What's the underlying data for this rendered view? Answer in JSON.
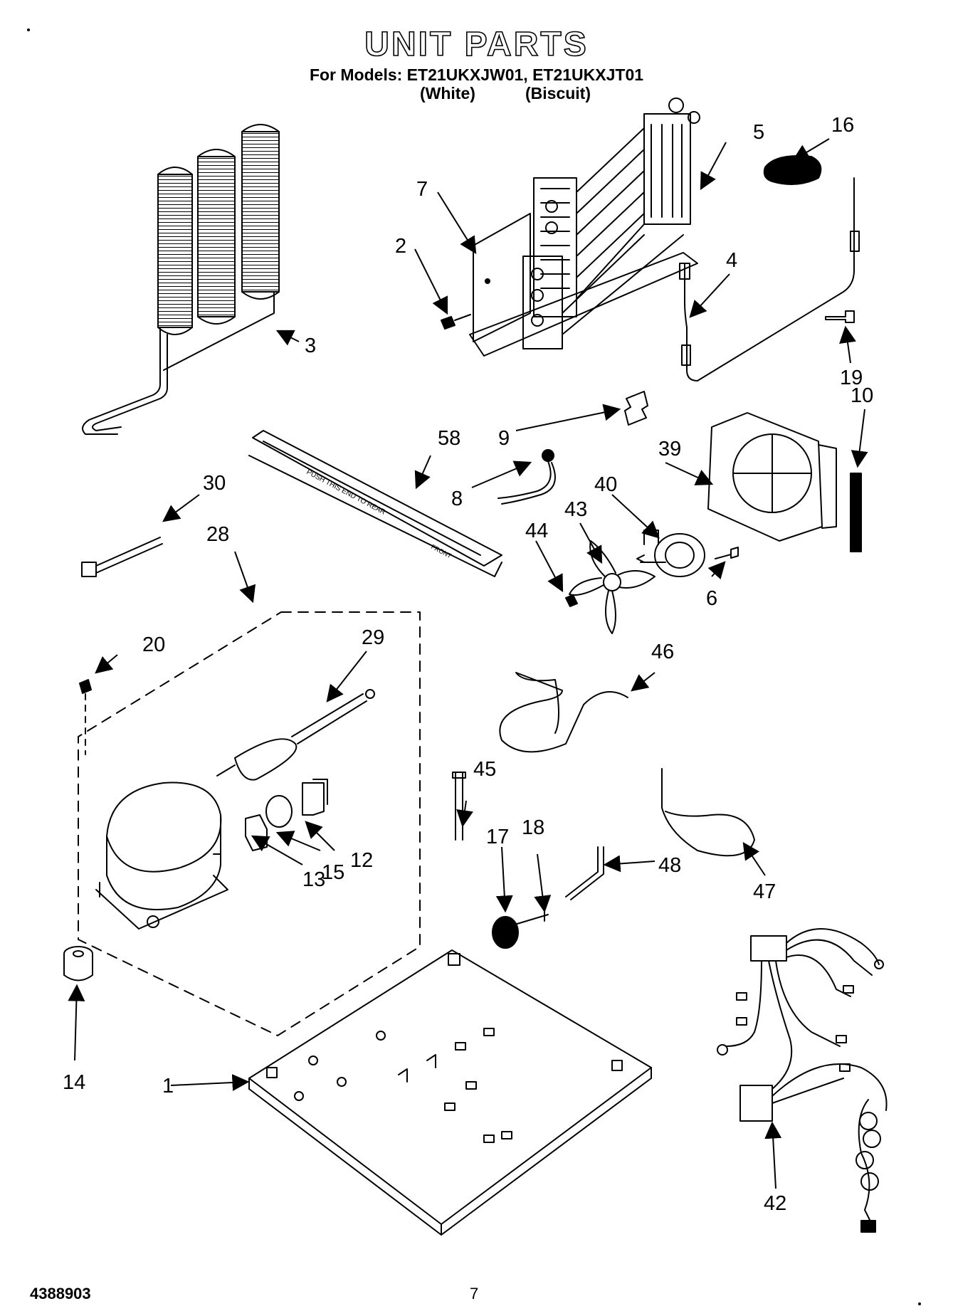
{
  "header": {
    "title": "UNIT PARTS",
    "models": "For Models: ET21UKXJW01, ET21UKXJT01",
    "variant_white": "(White)",
    "variant_biscuit": "(Biscuit)"
  },
  "callouts": [
    "1",
    "2",
    "3",
    "4",
    "5",
    "6",
    "7",
    "8",
    "9",
    "10",
    "12",
    "13",
    "14",
    "15",
    "16",
    "17",
    "18",
    "19",
    "20",
    "28",
    "29",
    "30",
    "39",
    "40",
    "42",
    "43",
    "44",
    "45",
    "46",
    "47",
    "48",
    "58"
  ],
  "drip_tray_text": "PUSH THIS END TO REAR",
  "drip_tray_front": "FRONT",
  "footer": {
    "doc_number": "4388903",
    "page_number": "7"
  }
}
